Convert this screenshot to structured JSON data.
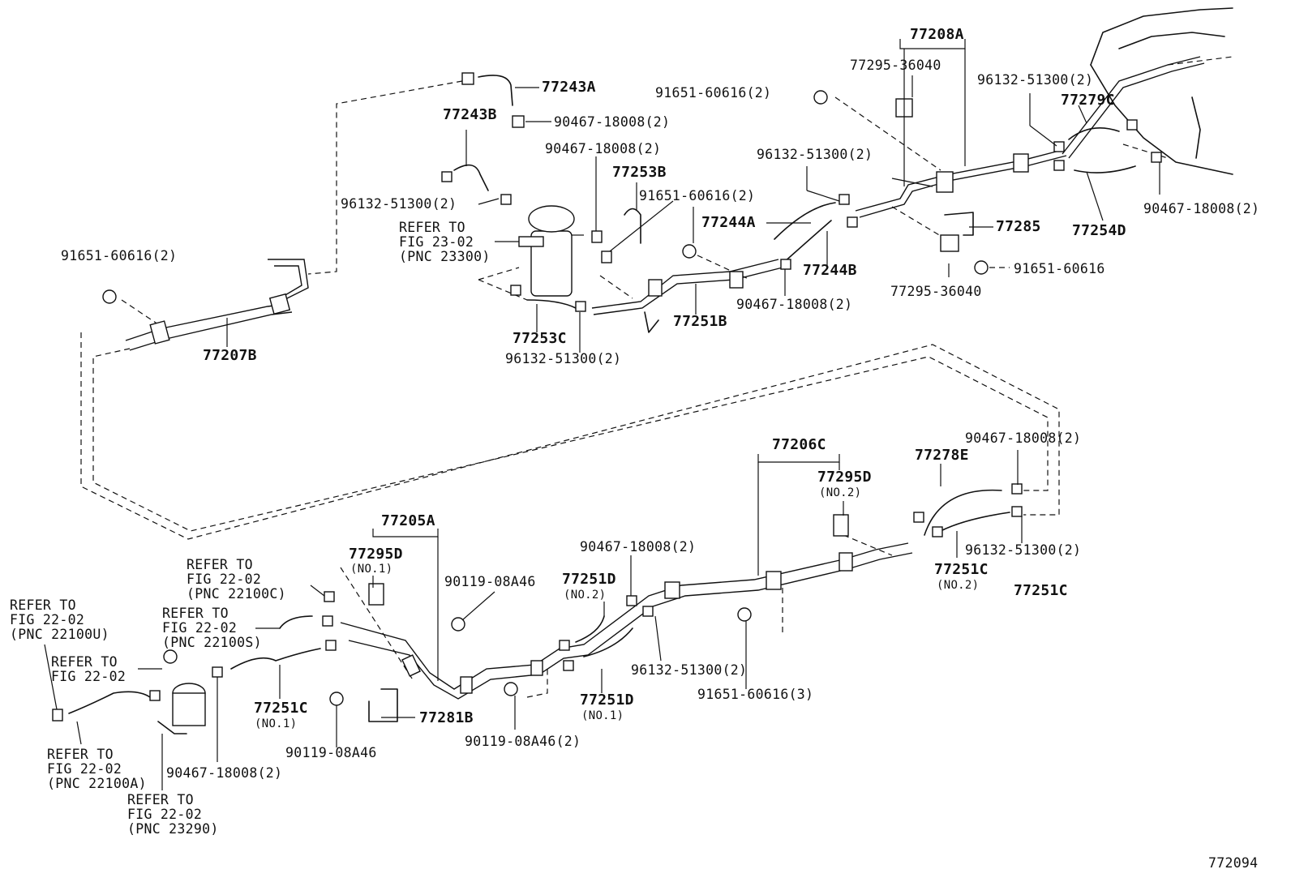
{
  "figure_id": "772094",
  "labels": {
    "p77243A": "77243A",
    "p77243B": "77243B",
    "p90467_top": "90467-18008(2)",
    "p90467_mid": "90467-18008(2)",
    "p77253B": "77253B",
    "p91651_a": "91651-60616(2)",
    "p96132_left": "96132-51300(2)",
    "refer_2302": "REFER TO\nFIG 23-02\n(PNC 23300)",
    "p91651_left": "91651-60616(2)",
    "p77207B": "77207B",
    "p77253C": "77253C",
    "p96132_bottom": "96132-51300(2)",
    "p77251B": "77251B",
    "p77244A": "77244A",
    "p77244B": "77244B",
    "p90467_b": "90467-18008(2)",
    "p91651_top": "91651-60616(2)",
    "p96132_c": "96132-51300(2)",
    "p77208A": "77208A",
    "p77295_36040_top": "77295-36040",
    "p77295_36040_bot": "77295-36040",
    "p77285": "77285",
    "p91651_single": "91651-60616",
    "p96132_right": "96132-51300(2)",
    "p77279C": "77279C",
    "p90467_right": "90467-18008(2)",
    "p77254D": "77254D",
    "p77206C": "77206C",
    "p77295D_no2": "77295D",
    "no2_a": "(NO.2)",
    "p77278E": "77278E",
    "p90467_lower_right": "90467-18008(2)",
    "p96132_lower_right": "96132-51300(2)",
    "p77251C_no2": "77251C",
    "no2_b": "(NO.2)",
    "p77251C_standalone": "77251C",
    "p77205A": "77205A",
    "p77295D_no1": "77295D",
    "no1_a": "(NO.1)",
    "p90119_a": "90119-08A46",
    "p90467_c": "90467-18008(2)",
    "p77251D_no2": "77251D",
    "no2_c": "(NO.2)",
    "refer_22100C": "REFER TO\nFIG 22-02\n(PNC 22100C)",
    "refer_22100S": "REFER TO\nFIG 22-02\n(PNC 22100S)",
    "refer_22100U": "REFER TO\nFIG 22-02\n(PNC 22100U)",
    "refer_2202": "REFER TO\nFIG 22-02",
    "refer_22100A": "REFER TO\nFIG 22-02\n(PNC 22100A)",
    "refer_23290": "REFER TO\nFIG 22-02\n(PNC 23290)",
    "p90467_bottom": "90467-18008(2)",
    "p77251C_no1": "77251C",
    "no1_b": "(NO.1)",
    "p90119_b": "90119-08A46",
    "p77281B": "77281B",
    "p90119_c": "90119-08A46(2)",
    "p96132_mid": "96132-51300(2)",
    "p77251D_no1": "77251D",
    "no1_c": "(NO.1)",
    "p91651_3": "91651-60616(3)"
  }
}
